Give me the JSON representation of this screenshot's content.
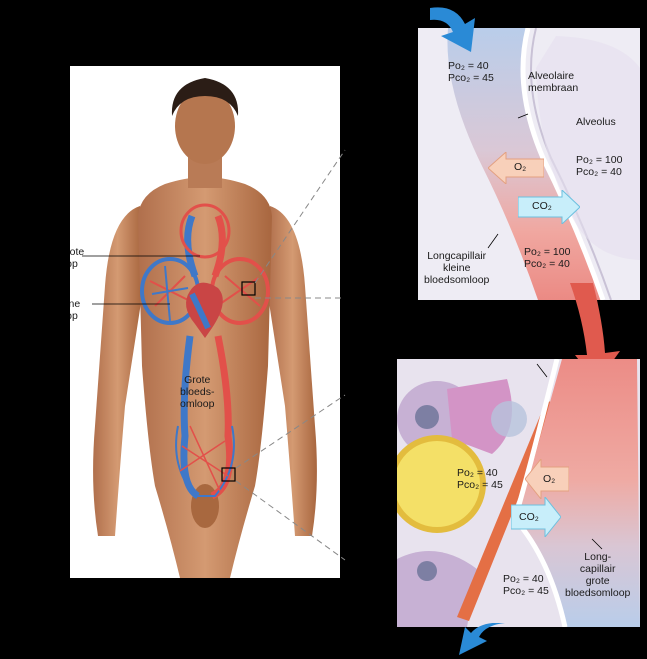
{
  "left_labels": {
    "systemic_loop": [
      "Grote",
      "loop"
    ],
    "pulmonary_loop": [
      "leine",
      "loop"
    ],
    "systemic_circulation": [
      "Grote",
      "bloeds-",
      "omloop"
    ]
  },
  "lung": {
    "capillary_values": [
      "Po₂ = 40",
      "Pco₂ = 45"
    ],
    "membrane_label": [
      "Alveolaire",
      "membraan"
    ],
    "alveolus_label": "Alveolus",
    "alveolus_values": [
      "Po₂ = 100",
      "Pco₂ = 40"
    ],
    "o2_label": "O₂",
    "co2_label": "CO₂",
    "capillary_label": [
      "Longcapillair",
      "kleine",
      "bloedsomloop"
    ],
    "outflow_values": [
      "Po₂ = 100",
      "Pco₂ = 40"
    ]
  },
  "tissue": {
    "tissue_values": [
      "Po₂ = 40",
      "Pco₂ = 45"
    ],
    "o2_label": "O₂",
    "co2_label": "CO₂",
    "capillary_values": [
      "Po₂ = 40",
      "Pco₂ = 45"
    ],
    "capillary_label": [
      "Long-",
      "capillair",
      "grote",
      "bloedsomloop"
    ]
  },
  "colors": {
    "oxygenated": "#e2504a",
    "deoxygenated": "#3f78c8",
    "skin": "#c9865f",
    "flow_arrow_blue": "#2a8ad6",
    "flow_arrow_red": "#e05a4e"
  }
}
